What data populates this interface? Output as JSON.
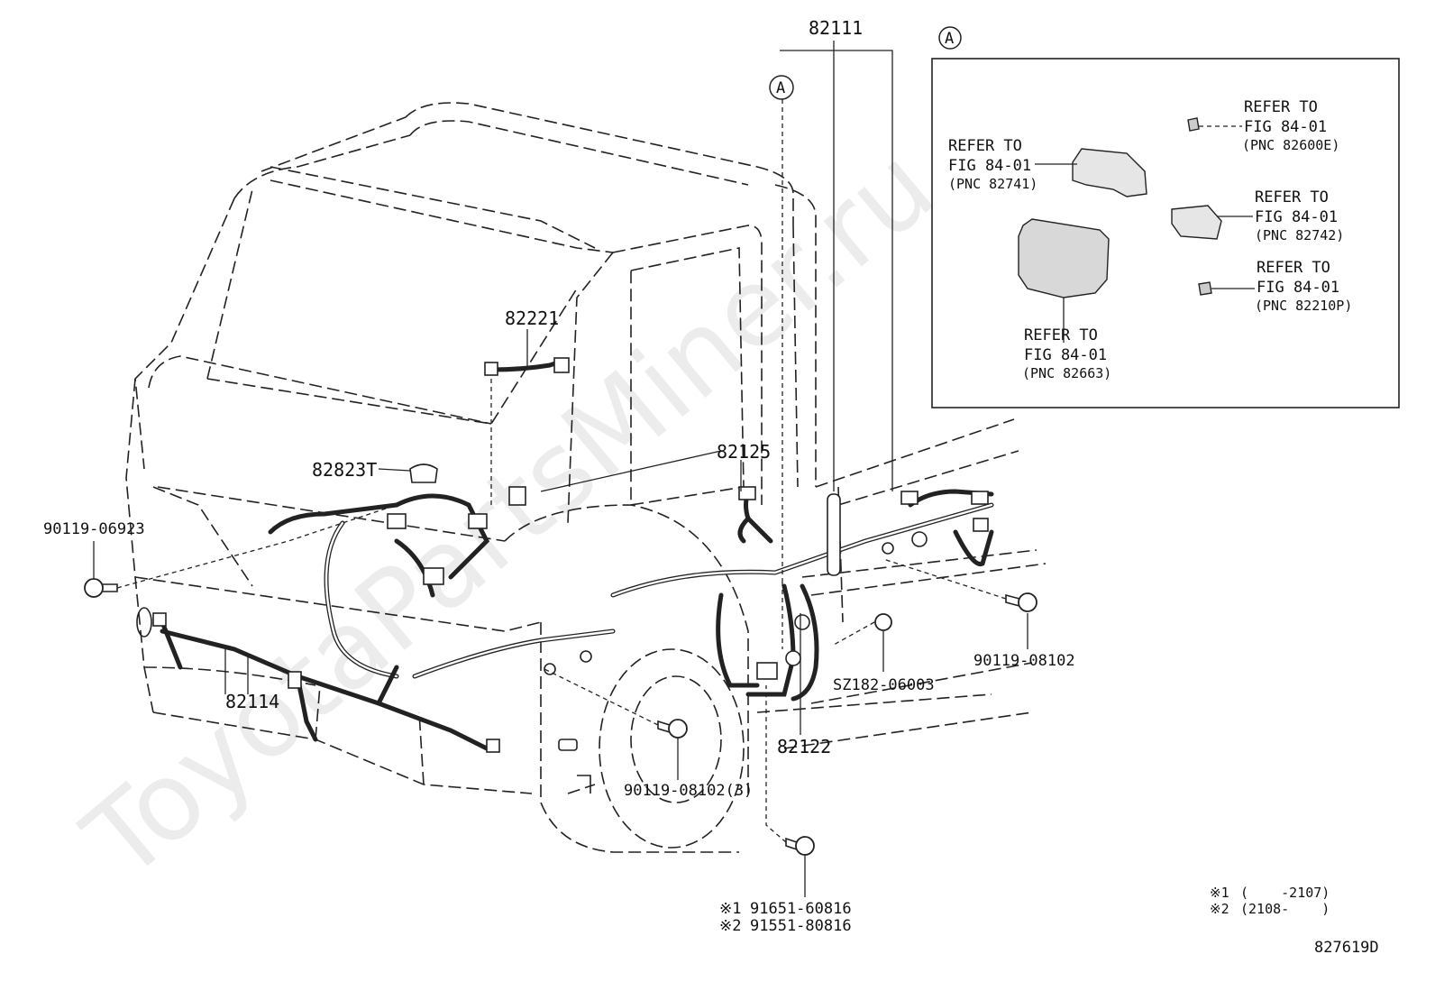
{
  "diagram": {
    "watermark": "ToyotaPartsMiner.ru",
    "figure_code": "827619D",
    "callouts": {
      "main_harness": "82111",
      "cab_wire": "82221",
      "connector_cover": "82823T",
      "engine_wire": "82125",
      "front_wire": "82114",
      "rear_wire": "82122",
      "bolt_left": "90119-06923",
      "bolt_right": "90119-08102",
      "bolt_multi": "90119-08102(3)",
      "clamp": "SZ182-06003",
      "bolt_alt_1": "91651-60816",
      "bolt_alt_2": "91551-80816",
      "alt_mark_1": "※1",
      "alt_mark_2": "※2"
    },
    "view_marker": "A",
    "inset": {
      "marker": "A",
      "refs": [
        {
          "line1": "REFER TO",
          "line2": "FIG 84-01",
          "line3": "(PNC 82600E)"
        },
        {
          "line1": "REFER TO",
          "line2": "FIG 84-01",
          "line3": "(PNC 82741)"
        },
        {
          "line1": "REFER TO",
          "line2": "FIG 84-01",
          "line3": "(PNC 82742)"
        },
        {
          "line1": "REFER TO",
          "line2": "FIG 84-01",
          "line3": "(PNC 82210P)"
        },
        {
          "line1": "REFER TO",
          "line2": "FIG 84-01",
          "line3": "(PNC 82663)"
        }
      ]
    },
    "legend": [
      {
        "mark": "※1",
        "range": "(    -2107)"
      },
      {
        "mark": "※2",
        "range": "(2108-    )"
      }
    ]
  }
}
